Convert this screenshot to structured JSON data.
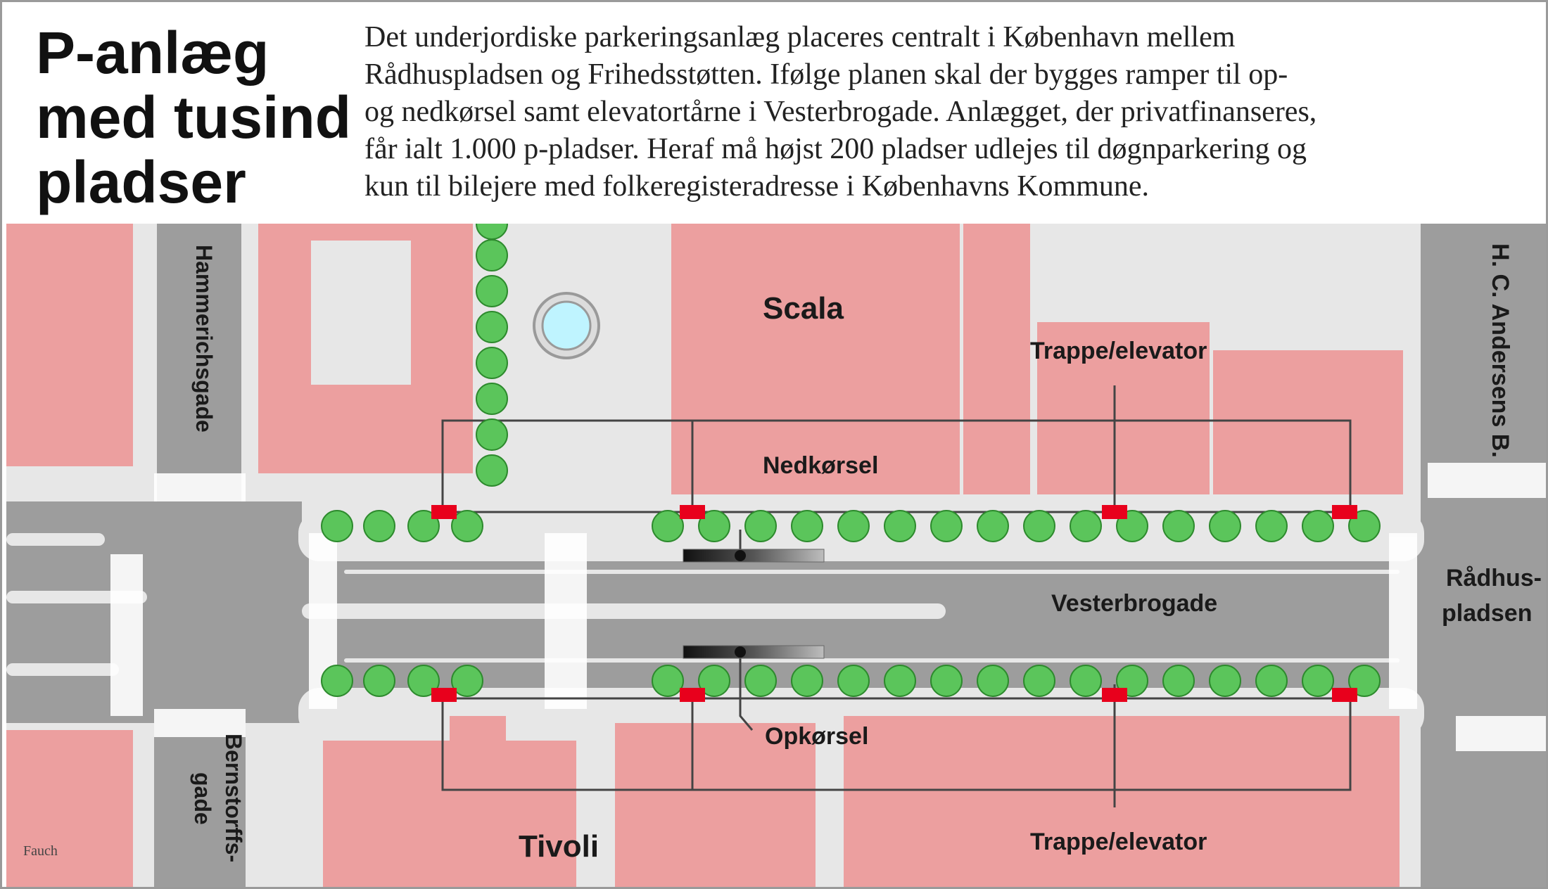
{
  "headline": "P-anlæg\nmed tusind\npladser",
  "intro": "Det underjordiske parkeringsanlæg placeres centralt i København mellem\nRådhuspladsen og Frihedsstøtten. Ifølge planen skal der bygges ramper til op-\nog nedkørsel samt elevatortårne i Vesterbrogade. Anlægget, der privatfinanseres,\nfår ialt 1.000 p-pladser. Heraf må højst 200 pladser udlejes til døgnparkering og\nkun til bilejere med folkeregisteradresse i Københavns Kommune.",
  "map": {
    "streets": {
      "hammerichsgade": "Hammerichsgade",
      "bernstorffsgade_1": "Bernstorffs-",
      "bernstorffsgade_2": "gade",
      "hc_andersens": "H. C. Andersens B.",
      "vesterbrogade": "Vesterbrogade"
    },
    "places": {
      "scala": "Scala",
      "tivoli": "Tivoli",
      "raadhuspladsen_1": "Rådhus-",
      "raadhuspladsen_2": "pladsen"
    },
    "annotations": {
      "stair_north": "Trappe/elevator",
      "stair_south": "Trappe/elevator",
      "ramp_down": "Nedkørsel",
      "ramp_up": "Opkørsel"
    },
    "credit": "Fauch",
    "colors": {
      "building": "#ec9f9f",
      "street": "#9d9d9d",
      "pavement": "#e7e7e7",
      "tree": "#5bc55b",
      "tree_outline": "#2d8a2d",
      "stair_marker": "#e8001c",
      "outline": "#444444",
      "fountain": "#bff4ff"
    },
    "icons": {
      "tree": "tree-icon",
      "fountain": "fountain-icon",
      "stair_marker": "stair-elevator-marker"
    }
  }
}
